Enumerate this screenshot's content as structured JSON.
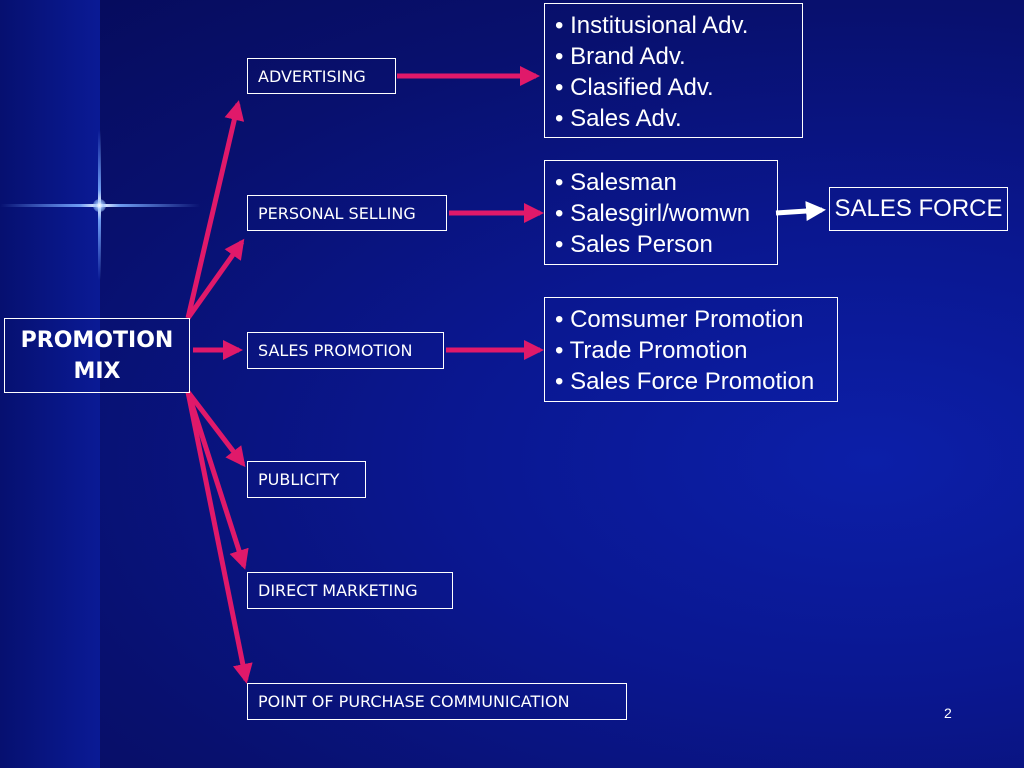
{
  "diagram": {
    "root": {
      "label_line1": "PROMOTION",
      "label_line2": "MIX"
    },
    "branches": [
      {
        "label": "ADVERTISING"
      },
      {
        "label": "PERSONAL SELLING"
      },
      {
        "label": "SALES PROMOTION"
      },
      {
        "label": "PUBLICITY"
      },
      {
        "label": "DIRECT MARKETING"
      },
      {
        "label": "POINT OF PURCHASE COMMUNICATION"
      }
    ],
    "advertising_types": [
      "Institusional Adv.",
      "Brand Adv.",
      "Clasified Adv.",
      "Sales Adv."
    ],
    "personal_selling_types": [
      "Salesman",
      "Salesgirl/womwn",
      "Sales Person"
    ],
    "sales_promotion_types": [
      "Comsumer Promotion",
      "Trade Promotion",
      "Sales Force Promotion"
    ],
    "sales_force": {
      "label": "SALES FORCE"
    }
  },
  "slide": {
    "page_number": "2"
  },
  "colors": {
    "background": "#08106e",
    "arrow": "#e0196a",
    "box_border": "#ffffff",
    "text": "#ffffff"
  }
}
